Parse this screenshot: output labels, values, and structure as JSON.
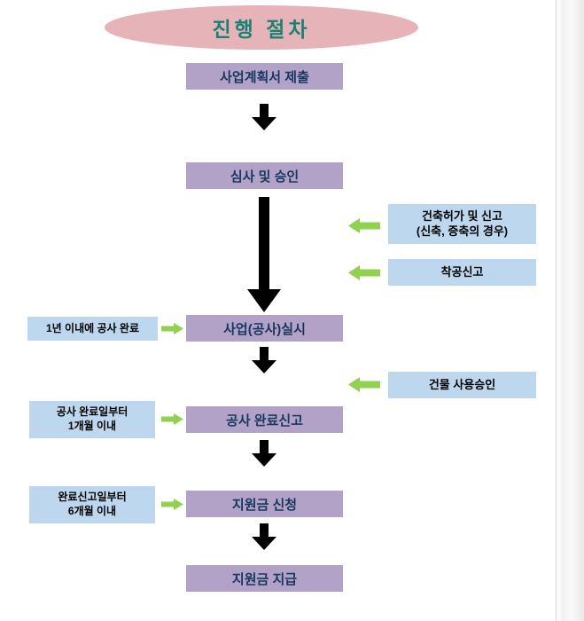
{
  "title": "진행 절차",
  "flow": {
    "steps": [
      {
        "label": "사업계획서 제출"
      },
      {
        "label": "심사 및 승인"
      },
      {
        "label": "사업(공사)실시"
      },
      {
        "label": "공사 완료신고"
      },
      {
        "label": "지원금 신청"
      },
      {
        "label": "지원금 지급"
      }
    ]
  },
  "right_notes": [
    {
      "line1": "건축허가 및 신고",
      "line2": "(신축, 증축의 경우)"
    },
    {
      "line1": "착공신고"
    },
    {
      "line1": "건물 사용승인"
    }
  ],
  "left_notes": [
    {
      "line1": "1년 이내에 공사 완료"
    },
    {
      "line1": "공사 완료일부터",
      "line2": "1개월 이내"
    },
    {
      "line1": "완료신고일부터",
      "line2": "6개월 이내"
    }
  ],
  "colors": {
    "title_ellipse": "#E6B3B8",
    "title_text": "#1B8273",
    "step_box": "#B3A2C7",
    "step_text": "#17375E",
    "note_box": "#BDD7EE",
    "note_text": "#000000",
    "green_arrow": "#92D050",
    "black_arrow": "#000000"
  }
}
